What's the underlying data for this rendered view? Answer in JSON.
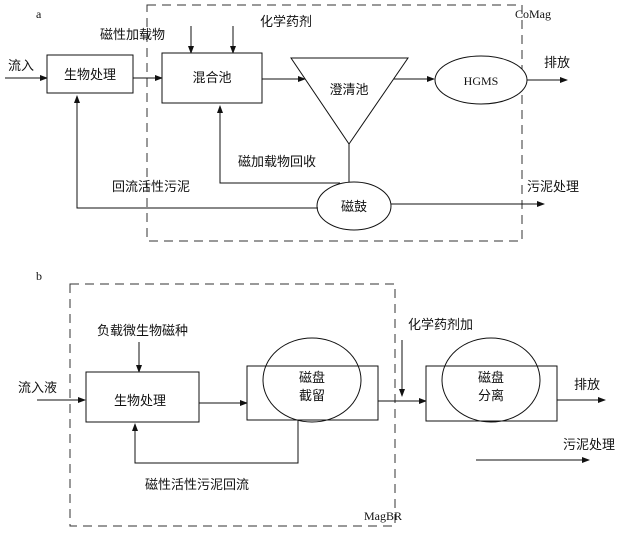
{
  "panel_a": {
    "label": "a",
    "boundary_label": "CoMag",
    "inputs": {
      "inflow": "流入",
      "magnetic_loading": "磁性加载物",
      "chemicals": "化学药剂"
    },
    "nodes": {
      "bio_treatment": "生物处理",
      "mixing_tank": "混合池",
      "clarifier": "澄清池",
      "hgms": "HGMS",
      "magnetic_drum": "磁鼓"
    },
    "outputs": {
      "discharge": "排放",
      "sludge_treatment": "污泥处理"
    },
    "flows": {
      "magnetic_recovery": "磁加载物回收",
      "return_activated_sludge": "回流活性污泥"
    }
  },
  "panel_b": {
    "label": "b",
    "boundary_label": "MagBR",
    "inputs": {
      "inflow": "流入液",
      "microbe_seed": "负载微生物磁种",
      "chemicals": "化学药剂加"
    },
    "nodes": {
      "bio_treatment": "生物处理",
      "disc_retention_line1": "磁盘",
      "disc_retention_line2": "截留",
      "disc_separation_line1": "磁盘",
      "disc_separation_line2": "分离"
    },
    "outputs": {
      "discharge": "排放",
      "sludge_treatment": "污泥处理"
    },
    "flows": {
      "magnetic_sludge_return": "磁性活性污泥回流"
    }
  }
}
